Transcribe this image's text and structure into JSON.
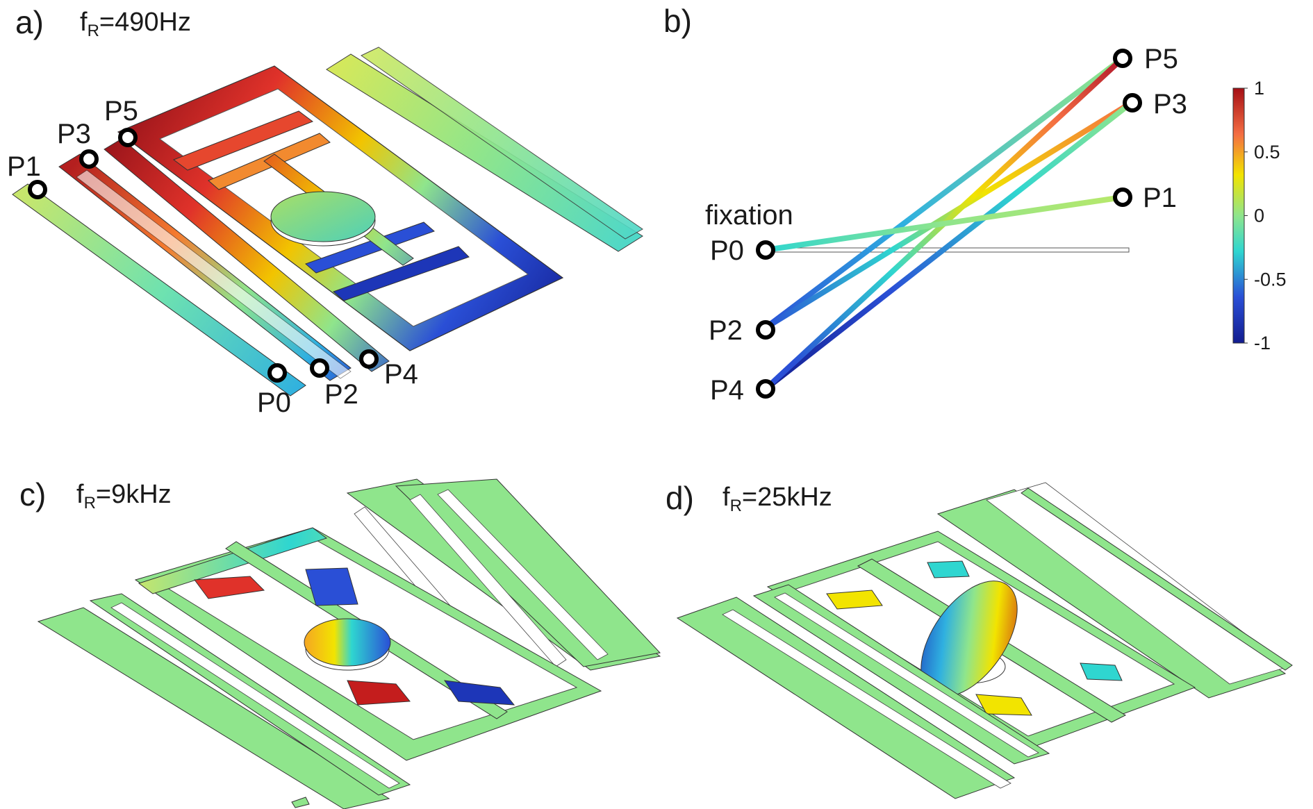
{
  "panels": {
    "a": {
      "letter": "a)",
      "freq_base": "f",
      "freq_sub": "R",
      "freq_value": "=490Hz",
      "points": [
        "P0",
        "P1",
        "P2",
        "P3",
        "P4",
        "P5"
      ]
    },
    "b": {
      "letter": "b)",
      "fixation": "fixation",
      "points": [
        "P0",
        "P1",
        "P2",
        "P3",
        "P4",
        "P5"
      ]
    },
    "c": {
      "letter": "c)",
      "freq_base": "f",
      "freq_sub": "R",
      "freq_value": "=9kHz"
    },
    "d": {
      "letter": "d)",
      "freq_base": "f",
      "freq_sub": "R",
      "freq_value": "=25kHz"
    }
  },
  "colorbar": {
    "ticks": [
      "1",
      "0.5",
      "0",
      "-0.5",
      "-1"
    ],
    "min": -1,
    "max": 1
  },
  "colors": {
    "red": "#b2182b",
    "orange": "#f46d43",
    "yellow": "#f2e400",
    "green": "#8fe58c",
    "cyan": "#2fd6d0",
    "blue": "#2a4fd6",
    "navy": "#121c8f"
  },
  "chart_data": {
    "type": "line",
    "series": [
      {
        "name": "P5",
        "values": [
          0,
          1.0
        ]
      },
      {
        "name": "P3",
        "values": [
          0,
          0.82
        ]
      },
      {
        "name": "P1",
        "values": [
          0,
          0.28
        ]
      },
      {
        "name": "P0",
        "values": [
          0,
          0
        ]
      },
      {
        "name": "P2",
        "values": [
          0,
          -0.45
        ]
      },
      {
        "name": "P4",
        "values": [
          0,
          -0.75
        ]
      }
    ]
  }
}
